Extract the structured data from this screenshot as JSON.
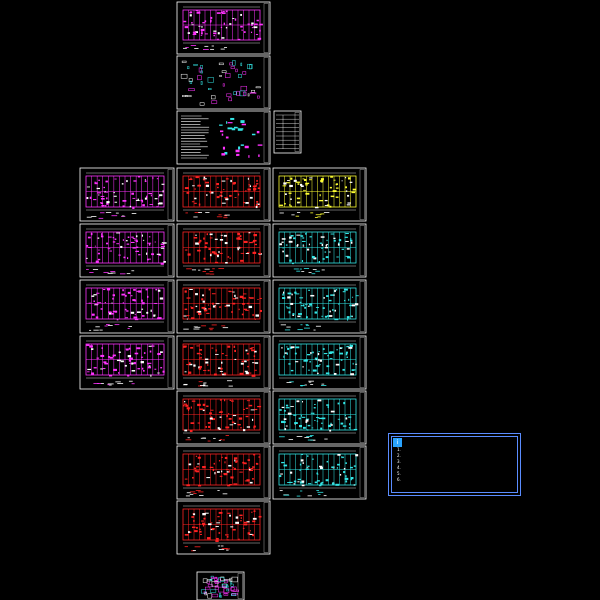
{
  "colors": {
    "background": "#000000",
    "sheet_border": "#ffffff",
    "plan_magenta": "#ff33ff",
    "plan_red": "#ff2222",
    "plan_cyan": "#33e6e6",
    "plan_yellow": "#ffff33",
    "note_border": "#5a8cff"
  },
  "sheets": [
    {
      "id": "cover-plan",
      "kind": "plan",
      "palette": "magenta"
    },
    {
      "id": "detail-sheet-1",
      "kind": "details",
      "palette": "magenta"
    },
    {
      "id": "notes-sheet",
      "kind": "text",
      "palette": "white"
    },
    {
      "id": "index-table",
      "kind": "table",
      "palette": "white"
    },
    {
      "id": "col-a-1",
      "kind": "plan",
      "palette": "magenta"
    },
    {
      "id": "col-a-2",
      "kind": "plan",
      "palette": "magenta"
    },
    {
      "id": "col-a-3",
      "kind": "plan",
      "palette": "magenta"
    },
    {
      "id": "col-a-4",
      "kind": "plan",
      "palette": "magenta"
    },
    {
      "id": "col-b-1",
      "kind": "plan",
      "palette": "red"
    },
    {
      "id": "col-b-2",
      "kind": "plan",
      "palette": "red"
    },
    {
      "id": "col-b-3",
      "kind": "plan",
      "palette": "red"
    },
    {
      "id": "col-b-4",
      "kind": "plan",
      "palette": "red"
    },
    {
      "id": "col-b-5",
      "kind": "plan",
      "palette": "red"
    },
    {
      "id": "col-b-6",
      "kind": "plan",
      "palette": "red"
    },
    {
      "id": "col-b-7",
      "kind": "plan",
      "palette": "red"
    },
    {
      "id": "col-c-1",
      "kind": "plan",
      "palette": "yellow"
    },
    {
      "id": "col-c-2",
      "kind": "plan",
      "palette": "cyan"
    },
    {
      "id": "col-c-3",
      "kind": "plan",
      "palette": "cyan"
    },
    {
      "id": "col-c-4",
      "kind": "plan",
      "palette": "cyan"
    },
    {
      "id": "col-c-5",
      "kind": "plan",
      "palette": "cyan"
    },
    {
      "id": "col-c-6",
      "kind": "plan",
      "palette": "cyan"
    },
    {
      "id": "bottom-detail",
      "kind": "details",
      "palette": "magenta"
    }
  ],
  "note": {
    "icon": "info-icon",
    "title": "",
    "rows": [
      {
        "num": "1.",
        "text": "",
        "color": "yellow"
      },
      {
        "num": "2.",
        "text": "",
        "color": "yellow"
      },
      {
        "num": "3.",
        "text": "",
        "color": "yellow"
      },
      {
        "num": "4.",
        "text": "",
        "color": "yellow"
      },
      {
        "num": "5.",
        "text": "",
        "color": "yellow"
      },
      {
        "num": "6.",
        "text": "",
        "color": "red"
      }
    ],
    "footer": ""
  }
}
